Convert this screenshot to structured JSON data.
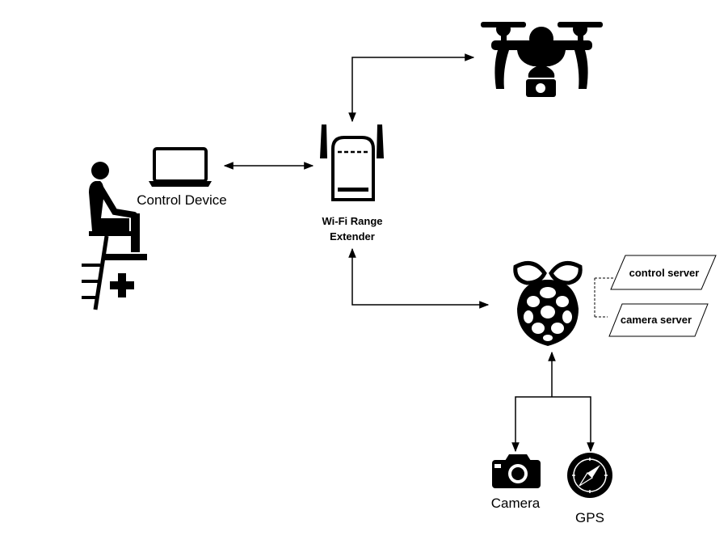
{
  "nodes": {
    "control_device": {
      "label": "Control Device",
      "icon": "laptop-icon"
    },
    "lifeguard": {
      "icon": "lifeguard-chair-icon"
    },
    "router": {
      "label_line1": "Wi-Fi Range",
      "label_line2": "Extender",
      "icon": "wifi-extender-icon"
    },
    "drone": {
      "icon": "drone-camera-icon"
    },
    "raspberry_pi": {
      "icon": "raspberry-pi-icon"
    },
    "control_server": {
      "label": "control server"
    },
    "camera_server": {
      "label": "camera server"
    },
    "camera": {
      "label": "Camera",
      "icon": "camera-icon"
    },
    "gps": {
      "label": "GPS",
      "icon": "compass-icon"
    }
  },
  "colors": {
    "stroke": "#000000",
    "background": "#ffffff"
  }
}
